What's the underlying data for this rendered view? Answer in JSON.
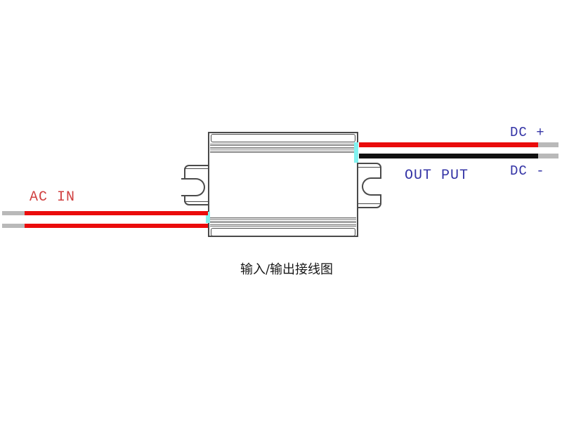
{
  "diagram": {
    "title_caption": "输入/输出接线图",
    "labels": {
      "ac_in": "AC IN",
      "dc_plus": "DC +",
      "dc_minus": "DC -",
      "output": "OUT PUT"
    },
    "device": {
      "type": "AC-DC power converter (finned aluminum enclosure, two mounting flanges with screw slots)"
    },
    "wires": [
      {
        "side": "left",
        "role": "AC input line 1",
        "color": "red",
        "tip": "gray"
      },
      {
        "side": "left",
        "role": "AC input line 2",
        "color": "red",
        "tip": "gray"
      },
      {
        "side": "right",
        "role": "DC output positive",
        "color": "red",
        "tip": "gray"
      },
      {
        "side": "right",
        "role": "DC output negative",
        "color": "black",
        "tip": "gray"
      }
    ]
  },
  "colors": {
    "wire_red": "#ea0c0c",
    "wire_black": "#101010",
    "wire_tip_gray": "#b9b9b9",
    "label_red": "#d04040",
    "label_blue": "#3434a6",
    "highlight_cyan": "#82f2f0",
    "outline": "#4a4a4a",
    "outline2": "#6b6b6b"
  }
}
